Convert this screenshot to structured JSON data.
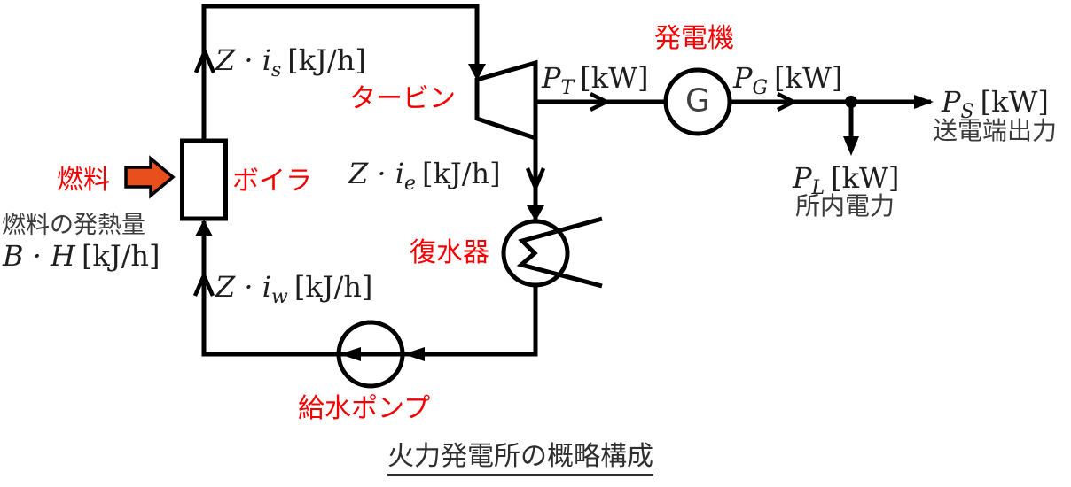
{
  "diagram": {
    "title": "火力発電所の概略構成",
    "labels": {
      "fuel": "燃料",
      "boiler": "ボイラ",
      "turbine": "タービン",
      "generator": "発電機",
      "generator_letter": "G",
      "condenser": "復水器",
      "feed_pump": "給水ポンプ",
      "fuel_heat_caption": "燃料の発熱量",
      "transmission_output_caption": "送電端出力",
      "station_power_caption": "所内電力"
    },
    "math": {
      "fuel_heat": {
        "var": "B · H",
        "sub": "",
        "unit": "[kJ/h]"
      },
      "steam_enthalpy": {
        "var": "Z · i",
        "sub": "s",
        "unit": "[kJ/h]"
      },
      "exhaust_enthalpy": {
        "var": "Z · i",
        "sub": "e",
        "unit": "[kJ/h]"
      },
      "feedwater_enthalpy": {
        "var": "Z · i",
        "sub": "w",
        "unit": "[kJ/h]"
      },
      "turbine_output": {
        "var": "P",
        "sub": "T",
        "unit": "[kW]"
      },
      "generator_output": {
        "var": "P",
        "sub": "G",
        "unit": "[kW]"
      },
      "sending_end_output": {
        "var": "P",
        "sub": "S",
        "unit": "[kW]"
      },
      "station_load": {
        "var": "P",
        "sub": "L",
        "unit": "[kW]"
      }
    },
    "colors": {
      "component_label_red": "#f40000",
      "line_black": "#000000",
      "caption_gray": "#3a3a3a",
      "math_text": "#1e1e1e",
      "fuel_arrow_fill": "#e94f1d",
      "generator_letter_gray": "#3f3f3f"
    }
  }
}
